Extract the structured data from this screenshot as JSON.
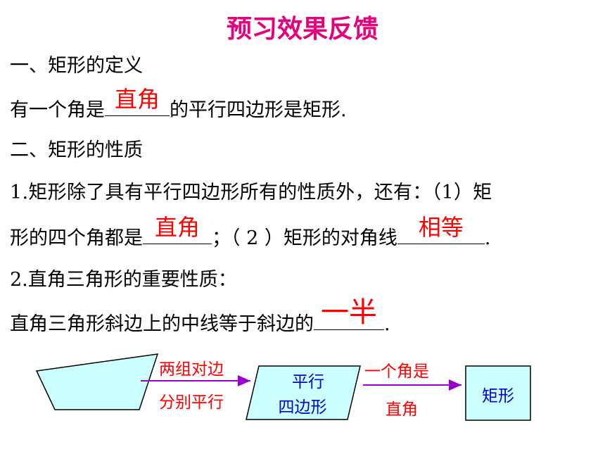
{
  "title": "预习效果反馈",
  "section1": {
    "heading": "一、矩形的定义",
    "definition": {
      "before": "有一个角是",
      "answer": "直角",
      "after": "的平行四边形是矩形."
    }
  },
  "section2": {
    "heading": "二、矩形的性质",
    "item1": {
      "line1": "1.矩形除了具有平行四边形所有的性质外，还有：（1）矩",
      "line2_a": "形的四个角都是",
      "answer1": "直角",
      "line2_b": "；（ 2 ）矩形的对角线",
      "answer2": "相等",
      "line2_c": "."
    },
    "item2": {
      "heading": "2.直角三角形的重要性质：",
      "text": "直角三角形斜边上的中线等于斜边的",
      "answer": "一半",
      "end": "."
    }
  },
  "diagram": {
    "arrow1_top": "两组对边",
    "arrow1_bottom": "分别平行",
    "parallelogram_line1": "平行",
    "parallelogram_line2": "四边形",
    "arrow2_top": "一个角是",
    "arrow2_bottom": "直角",
    "rectangle": "矩形",
    "colors": {
      "shape_fill": "#ccffff",
      "arrow": "#9900cc",
      "label_red": "#ff0000",
      "label_blue": "#0000cc",
      "title": "#e6007e"
    }
  }
}
